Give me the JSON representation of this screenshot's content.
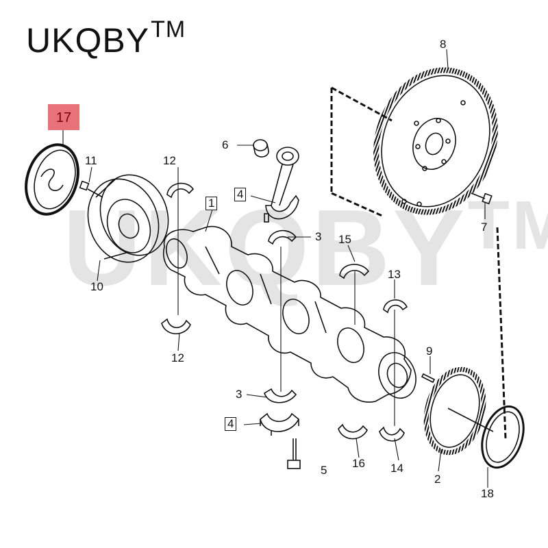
{
  "brand": {
    "name": "UKQBY",
    "tm": "TM"
  },
  "watermark": {
    "text": "UKQBY",
    "tm": "TM"
  },
  "highlight_label": "17",
  "labels": {
    "n1": "1",
    "n2": "2",
    "n3a": "3",
    "n3b": "3",
    "n4a": "4",
    "n4b": "4",
    "n5": "5",
    "n6": "6",
    "n7": "7",
    "n8": "8",
    "n9": "9",
    "n10": "10",
    "n11": "11",
    "n12a": "12",
    "n12b": "12",
    "n13": "13",
    "n14": "14",
    "n15": "15",
    "n16": "16",
    "n18": "18"
  },
  "colors": {
    "highlight": "#e8727a",
    "line": "#111111",
    "watermark": "#e4e4e4"
  }
}
